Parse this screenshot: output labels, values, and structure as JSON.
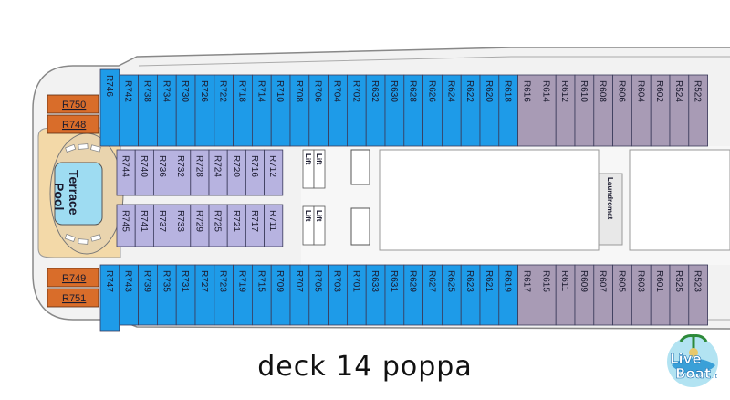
{
  "caption": "deck 14 poppa",
  "logo": {
    "line1": "Live",
    "line2": "Boat",
    "suffix": ".it"
  },
  "pool_label_line1": "Terrace",
  "pool_label_line2": "Pool",
  "lift_label": "Lift",
  "laundromat_label": "Laundromat",
  "colors": {
    "blue": "#1e9be8",
    "lavender": "#b7b3e0",
    "purple_gray": "#a89bb5",
    "orange": "#d96d2a",
    "pool": "#9edcf2",
    "deck_wood": "#f3d9a8"
  },
  "top_row": [
    "R746",
    "R742",
    "R738",
    "R734",
    "R730",
    "R726",
    "R722",
    "R718",
    "R714",
    "R710",
    "R708",
    "R706",
    "R704",
    "R702",
    "R632",
    "R630",
    "R628",
    "R626",
    "R624",
    "R622",
    "R620",
    "R618",
    "R616",
    "R614",
    "R612",
    "R610",
    "R608",
    "R606",
    "R604",
    "R602",
    "R524",
    "R522"
  ],
  "top_inner": [
    "R744",
    "R740",
    "R736",
    "R732",
    "R728",
    "R724",
    "R720",
    "R716",
    "R712"
  ],
  "bottom_inner": [
    "R745",
    "R741",
    "R737",
    "R733",
    "R729",
    "R725",
    "R721",
    "R717",
    "R711"
  ],
  "bottom_row": [
    "R747",
    "R743",
    "R739",
    "R735",
    "R731",
    "R727",
    "R723",
    "R719",
    "R715",
    "R709",
    "R707",
    "R705",
    "R703",
    "R701",
    "R633",
    "R631",
    "R629",
    "R627",
    "R625",
    "R623",
    "R621",
    "R619",
    "R617",
    "R615",
    "R611",
    "R609",
    "R607",
    "R605",
    "R603",
    "R601",
    "R525",
    "R523"
  ],
  "side_top": [
    "R750",
    "R748"
  ],
  "side_bottom": [
    "R749",
    "R751"
  ],
  "purple_start_index": 22
}
